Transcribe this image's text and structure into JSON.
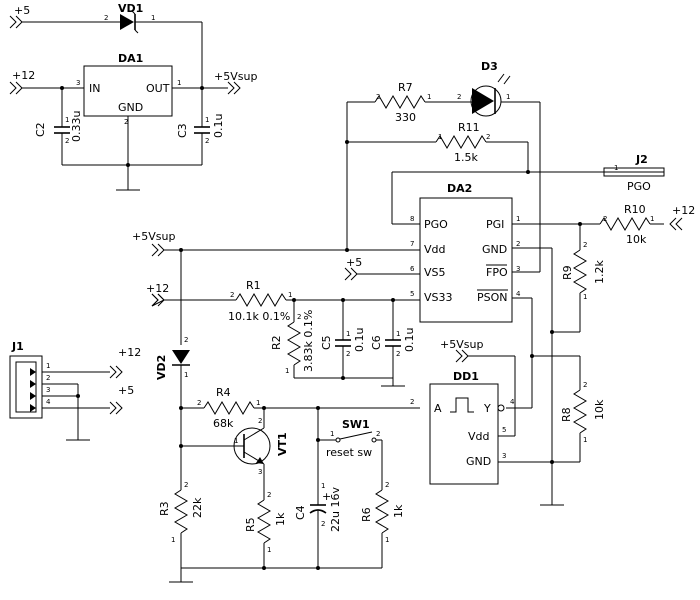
{
  "power": {
    "p5_top": "+5",
    "p12_left": "+12",
    "p5vsup_top": "+5Vsup",
    "p5vsup_mid": "+5Vsup",
    "p12_r1": "+12",
    "p5_vs5": "+5",
    "p12_r10": "+12",
    "p5vsup_dd1": "+5Vsup",
    "p12_j1": "+12",
    "p5_j1": "+5"
  },
  "da1": {
    "name": "DA1",
    "in": "IN",
    "out": "OUT",
    "gnd": "GND",
    "pin_in": "3",
    "pin_out": "1",
    "pin_gnd": "2"
  },
  "vd1": {
    "name": "VD1",
    "pin_a": "2",
    "pin_k": "1"
  },
  "c2": {
    "name": "C2",
    "value": "0.33u",
    "p1": "1",
    "p2": "2"
  },
  "c3": {
    "name": "C3",
    "value": "0.1u",
    "p1": "1",
    "p2": "2"
  },
  "d3": {
    "name": "D3",
    "p1": "1",
    "p2": "2"
  },
  "r7": {
    "name": "R7",
    "value": "330",
    "p1": "1",
    "p2": "2"
  },
  "r11": {
    "name": "R11",
    "value": "1.5k",
    "p1": "1",
    "p2": "2"
  },
  "j2": {
    "name": "J2",
    "net": "PGO",
    "pin": "1"
  },
  "da2": {
    "name": "DA2",
    "pgo": "PGO",
    "vdd": "Vdd",
    "vs5": "VS5",
    "vs33": "VS33",
    "pgi": "PGI",
    "gnd": "GND",
    "fpo": "FPO",
    "pson": "PSON",
    "pin_pgo": "8",
    "pin_vdd": "7",
    "pin_vs5": "6",
    "pin_vs33": "5",
    "pin_pgi": "1",
    "pin_gnd": "2",
    "pin_fpo": "3",
    "pin_pson": "4"
  },
  "r10": {
    "name": "R10",
    "value": "10k",
    "p1": "1",
    "p2": "2"
  },
  "r9": {
    "name": "R9",
    "value": "1.2k",
    "p1": "1",
    "p2": "2"
  },
  "r1": {
    "name": "R1",
    "value": "10.1k  0.1%",
    "p1": "1",
    "p2": "2"
  },
  "r2": {
    "name": "R2",
    "value": "3.83k  0.1%",
    "p1": "1",
    "p2": "2"
  },
  "c5": {
    "name": "C5",
    "value": "0.1u",
    "p1": "1",
    "p2": "2"
  },
  "c6": {
    "name": "C6",
    "value": "0.1u",
    "p1": "1",
    "p2": "2"
  },
  "vd2": {
    "name": "VD2",
    "p1": "1",
    "p2": "2"
  },
  "r4": {
    "name": "R4",
    "value": "68k",
    "p1": "1",
    "p2": "2"
  },
  "vt1": {
    "name": "VT1",
    "p1": "1",
    "p2": "2",
    "p3": "3"
  },
  "sw1": {
    "name": "SW1",
    "label": "reset sw",
    "p1": "1",
    "p2": "2"
  },
  "dd1": {
    "name": "DD1",
    "a": "A",
    "y": "Y",
    "vdd": "Vdd",
    "gnd": "GND",
    "pin_a": "2",
    "pin_y": "4",
    "pin_vdd": "5",
    "pin_gnd": "3"
  },
  "r8": {
    "name": "R8",
    "value": "10k",
    "p1": "1",
    "p2": "2"
  },
  "r3": {
    "name": "R3",
    "value": "22k",
    "p1": "1",
    "p2": "2"
  },
  "r5": {
    "name": "R5",
    "value": "1k",
    "p1": "1",
    "p2": "2"
  },
  "c4": {
    "name": "C4",
    "value": "22u 16v",
    "plus": "+",
    "p1": "1",
    "p2": "2"
  },
  "r6": {
    "name": "R6",
    "value": "1k",
    "p1": "1",
    "p2": "2"
  },
  "j1": {
    "name": "J1",
    "p1": "1",
    "p2": "2",
    "p3": "3",
    "p4": "4"
  }
}
